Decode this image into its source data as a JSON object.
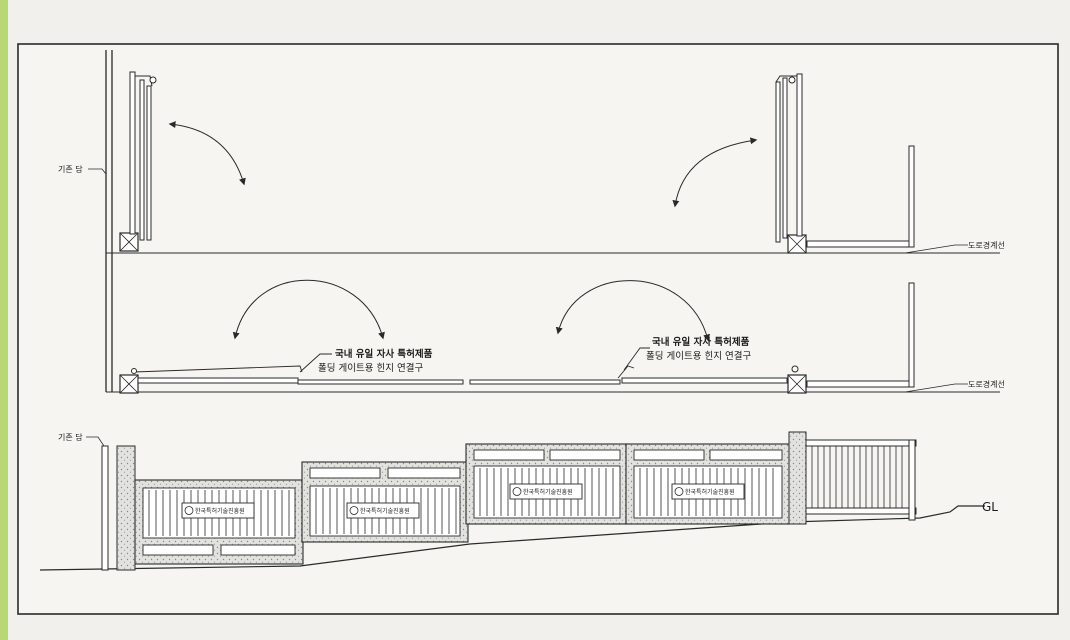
{
  "labels": {
    "existing_wall": "기존 담",
    "road_boundary": "도로경계선",
    "ground_level": "GL",
    "patent_title": "국내 유일 자사 특허제품",
    "patent_desc": "폴딩 게이트용 힌지 연결구",
    "badge": "한국특허기술진흥원"
  },
  "colors": {
    "paper": "#f4f3ef",
    "ink": "#2a2a2a",
    "stucco": "#d9d9d6",
    "board": "#b9c7cc"
  }
}
